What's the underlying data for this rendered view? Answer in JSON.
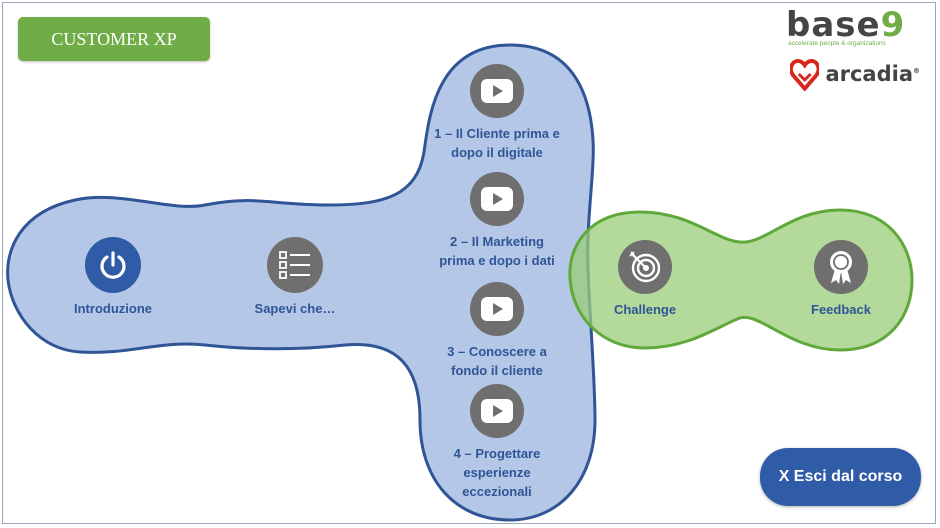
{
  "header": {
    "course_title": "CUSTOMER XP"
  },
  "logos": {
    "base9": {
      "word": "base",
      "digit": "9",
      "tagline": "accelerate people & organizations"
    },
    "arcadia": {
      "word": "arcadia",
      "mark": "®"
    }
  },
  "path": {
    "intro": {
      "label": "Introduzione",
      "icon": "power-icon"
    },
    "did_you_know": {
      "label": "Sapevi che…",
      "icon": "checklist-icon"
    },
    "videos": [
      {
        "label": "1 – Il Cliente prima e\ndopo il digitale",
        "icon": "play-icon"
      },
      {
        "label": "2 – Il Marketing\nprima e dopo i dati",
        "icon": "play-icon"
      },
      {
        "label": "3 – Conoscere a\nfondo il cliente",
        "icon": "play-icon"
      },
      {
        "label": "4 – Progettare\nesperienze\neccezionali",
        "icon": "play-icon"
      }
    ],
    "challenge": {
      "label": "Challenge",
      "icon": "target-icon"
    },
    "feedback": {
      "label": "Feedback",
      "icon": "award-icon"
    }
  },
  "exit": {
    "label": "X Esci dal corso"
  },
  "colors": {
    "blue_fill": "#b4c7e7",
    "blue_stroke": "#2f5597",
    "green_fill": "#a9d18e",
    "green_stroke": "#5fa83a",
    "accent_blue": "#2f5ba7",
    "accent_green": "#70ad47",
    "icon_gray": "#6f6f6f"
  }
}
